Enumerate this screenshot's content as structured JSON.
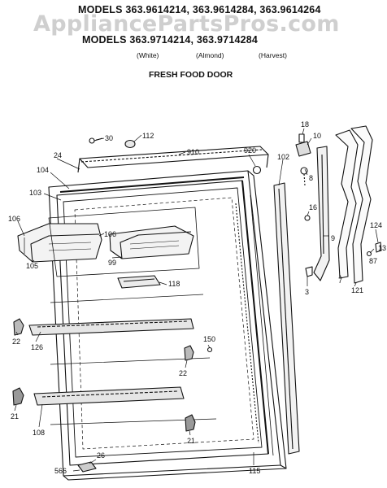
{
  "header": {
    "models_line_1": "MODELS 363.9614214, 363.9614284, 363.9614264",
    "models_line_2": "MODELS 363.9714214, 363.9714284",
    "watermark": "AppliancePartsPros.com",
    "variants": [
      "(White)",
      "(Almond)",
      "(Harvest)"
    ],
    "section_title": "FRESH FOOD DOOR"
  },
  "part_labels": {
    "p30": "30",
    "p112": "112",
    "p910": "910",
    "p920": "920",
    "p102": "102",
    "p18": "18",
    "p10": "10",
    "p8": "8",
    "p24": "24",
    "p104": "104",
    "p103": "103",
    "p106a": "106",
    "p106b": "106",
    "p105": "105",
    "p99": "99",
    "p118": "118",
    "p16": "16",
    "p9": "9",
    "p7": "7",
    "p121": "121",
    "p124": "124",
    "p13": "13",
    "p87": "87",
    "p3": "3",
    "p22a": "22",
    "p126": "126",
    "p150": "150",
    "p22b": "22",
    "p21a": "21",
    "p108": "108",
    "p21b": "21",
    "p115": "115",
    "p26": "26",
    "p566": "566"
  }
}
